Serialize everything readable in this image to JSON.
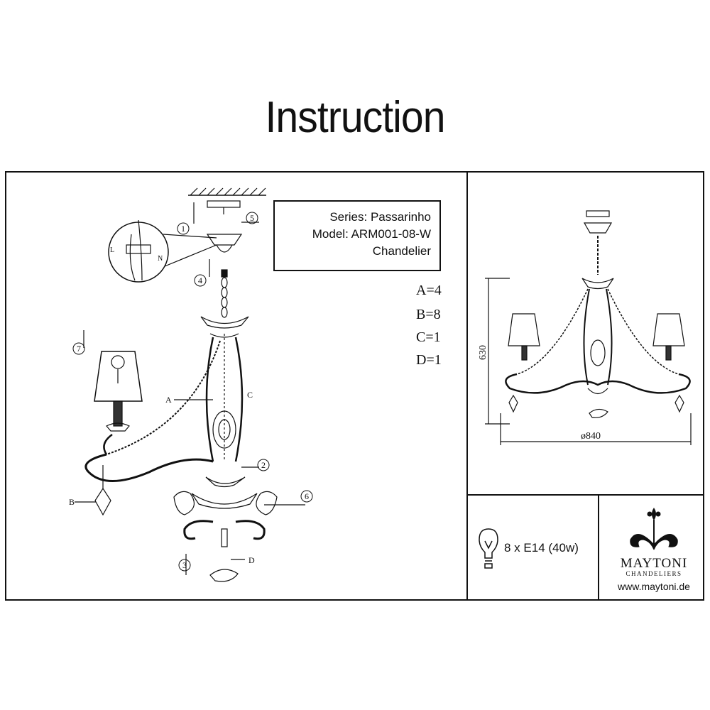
{
  "title": "Instruction",
  "info": {
    "series": "Series: Passarinho",
    "model": "Model: ARM001-08-W",
    "type": "Chandelier"
  },
  "quantities": [
    "A=4",
    "B=8",
    "C=1",
    "D=1"
  ],
  "steps": [
    "1",
    "2",
    "3",
    "4",
    "5",
    "6",
    "7"
  ],
  "parts": [
    "A",
    "B",
    "C",
    "D"
  ],
  "wiring": {
    "live": "L",
    "neutral": "N"
  },
  "dimensions": {
    "height": "630",
    "diameter": "ø840"
  },
  "bulb": "8 x E14 (40w)",
  "brand": {
    "name": "MAYTONI",
    "tagline": "CHANDELIERS",
    "url": "www.maytoni.de"
  },
  "colors": {
    "line": "#111111",
    "background": "#ffffff"
  }
}
